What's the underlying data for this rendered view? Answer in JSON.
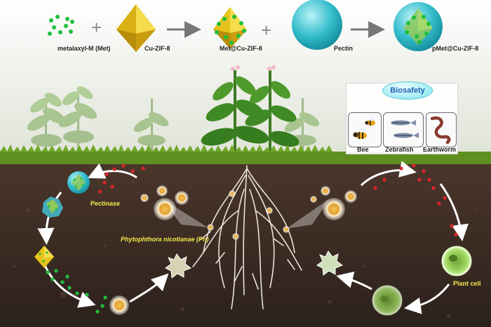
{
  "equation": {
    "met_label": "metalaxyl-M (Met)",
    "zif_label": "Cu-ZIF-8",
    "met_at_zif_label": "Met@Cu-ZIF-8",
    "pectin_label": "Pectin",
    "product_label": "pMet@Cu-ZIF-8",
    "plus": "+"
  },
  "biosafety": {
    "title": "Biosafety",
    "organisms": [
      "Bee",
      "Zebrafish",
      "Earthworm"
    ]
  },
  "soil": {
    "enzyme_label": "Pectinase",
    "pathogen_label": "Phytophthora nicotianae (Pn)",
    "plant_cell_label": "Plant cell"
  },
  "colors": {
    "met_green": "#1fbf3f",
    "zif_yellow": "#e6c21a",
    "pectin_cyan": "#2fb9c6",
    "dots_red": "#d9262a",
    "soil_brown": "#3a2a22",
    "grass_green": "#5e8f1f",
    "label_yellow": "#f3e94a"
  }
}
